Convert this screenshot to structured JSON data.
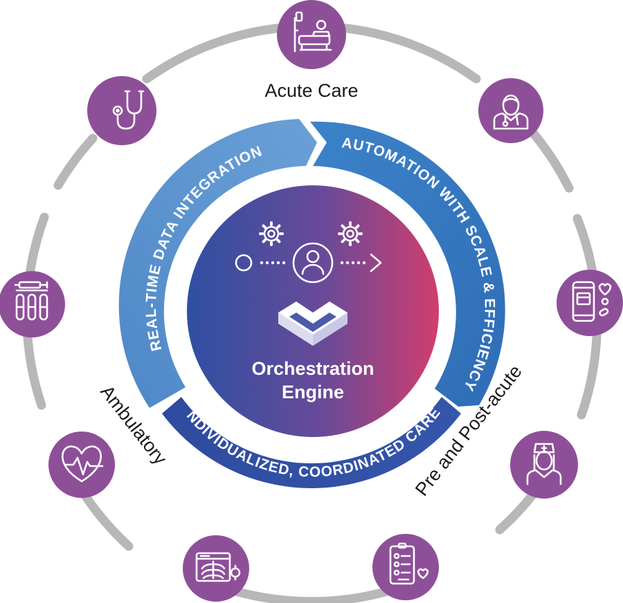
{
  "segments": {
    "acute": "Acute Care",
    "ambulatory": "Ambulatory",
    "post_acute": "Pre and Post-acute"
  },
  "pillars": {
    "integration": "REAL-TIME DATA INTEGRATION",
    "automation": "AUTOMATION WITH SCALE & EFFICIENCY",
    "care": "INDIVIDUALIZED, COORDINATED CARE"
  },
  "engine": {
    "line1": "Orchestration",
    "line2": "Engine"
  },
  "colors": {
    "ring": "#b7b7b7",
    "node": "#8e4f99",
    "arc_light": "#5e96cf",
    "arc_mid": "#3f80c4",
    "arc_dark": "#3150a3",
    "core_start": "#2f4fa2",
    "core_end": "#d13d6d"
  },
  "nodes": [
    {
      "icon": "hospital-bed-icon"
    },
    {
      "icon": "doctor-icon"
    },
    {
      "icon": "mobile-app-icon"
    },
    {
      "icon": "nurse-icon"
    },
    {
      "icon": "checklist-icon"
    },
    {
      "icon": "xray-icon"
    },
    {
      "icon": "heart-pulse-icon"
    },
    {
      "icon": "lab-tubes-icon"
    },
    {
      "icon": "stethoscope-icon"
    }
  ]
}
